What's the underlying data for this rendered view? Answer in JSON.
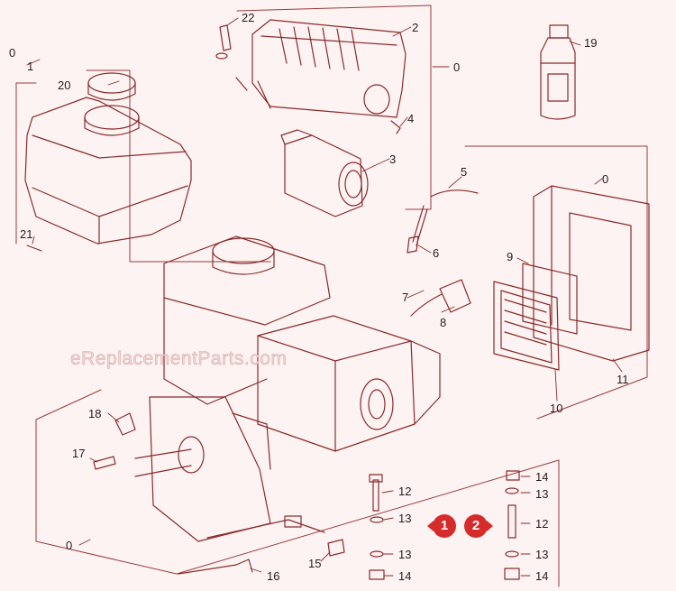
{
  "watermark": "eReplacementParts.com",
  "labels": {
    "p22": "22",
    "p2": "2",
    "p0_a": "0",
    "p1": "1",
    "p20": "20",
    "p0_b": "0",
    "p4": "4",
    "p19": "19",
    "p3": "3",
    "p5": "5",
    "p0_c": "0",
    "p21": "21",
    "p6": "6",
    "p9": "9",
    "p7": "7",
    "p8": "8",
    "p11": "11",
    "p10": "10",
    "p18": "18",
    "p17": "17",
    "p12_a": "12",
    "p14_a": "14",
    "p13_a": "13",
    "p13_b": "13",
    "p12_b": "12",
    "p0_d": "0",
    "p13_c": "13",
    "p13_d": "13",
    "p15": "15",
    "p16": "16",
    "p14_b": "14",
    "p14_c": "14"
  },
  "nav": {
    "prev": "1",
    "next": "2"
  },
  "colors": {
    "line": "#8a2a2a",
    "accent": "#d62b2b",
    "background": "#fdf3f3"
  }
}
